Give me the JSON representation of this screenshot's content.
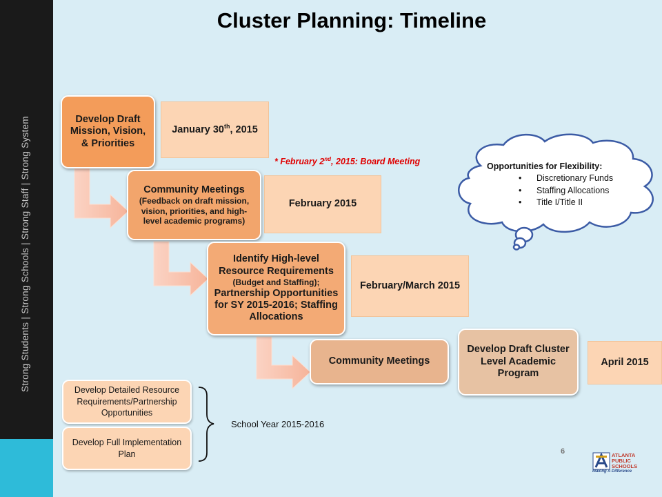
{
  "sidebar": {
    "text": "Strong Students   |   Strong Schools   |   Strong Staff   |   Strong System"
  },
  "title": "Cluster Planning: Timeline",
  "steps": [
    {
      "label": "Develop Draft Mission, Vision, & Priorities",
      "date": "January 30",
      "date_sup": "th",
      "date_tail": ", 2015"
    },
    {
      "label": "Community Meetings",
      "sub": "(Feedback on draft mission, vision, priorities, and high-level academic programs)",
      "date": "February 2015"
    },
    {
      "label_a": "Identify High-level Resource Requirements",
      "sub": "(Budget and Staffing);",
      "label_b": "Partnership Opportunities for SY 2015-2016; Staffing Allocations",
      "date": "February/March 2015"
    },
    {
      "label": "Community Meetings"
    },
    {
      "label": "Develop Draft Cluster Level Academic Program",
      "date": "April 2015"
    }
  ],
  "note": {
    "pre": "* February 2",
    "sup": "nd",
    "post": ", 2015: Board Meeting"
  },
  "cloud": {
    "heading": "Opportunities for Flexibility:",
    "items": [
      "Discretionary Funds",
      "Staffing Allocations",
      "Title I/Title II"
    ]
  },
  "later": {
    "items": [
      "Develop Detailed Resource Requirements/Partnership Opportunities",
      "Develop Full Implementation Plan"
    ],
    "label": "School Year 2015-2016"
  },
  "page_number": "6",
  "logo": {
    "line1": "ATLANTA",
    "line2": "PUBLIC",
    "line3": "SCHOOLS",
    "tagline": "Making A Difference"
  }
}
